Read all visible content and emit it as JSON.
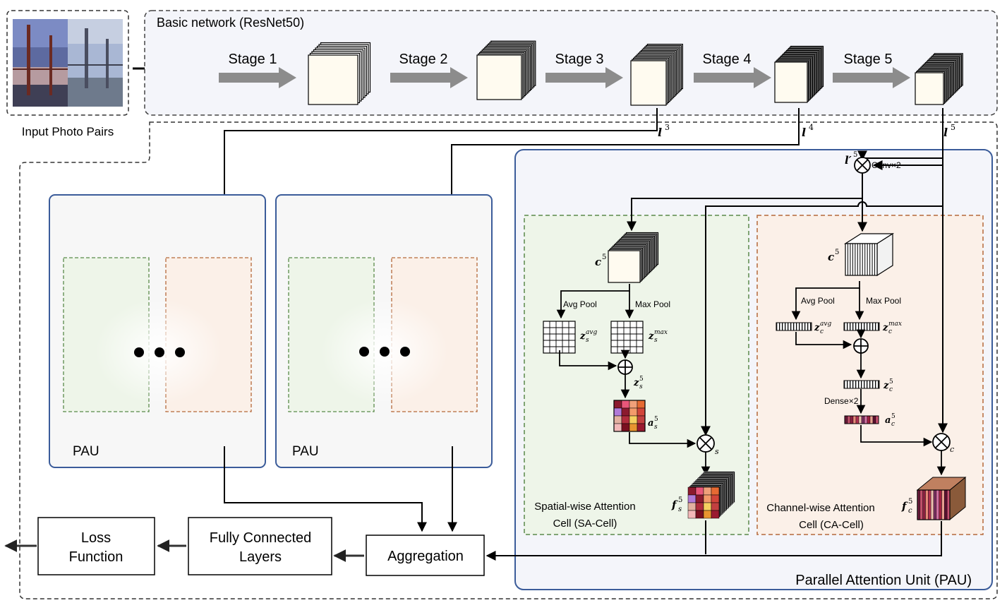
{
  "input": {
    "label": "Input Photo Pairs"
  },
  "basic_network": {
    "title": "Basic network (ResNet50)",
    "stages": [
      "Stage 1",
      "Stage 2",
      "Stage 3",
      "Stage 4",
      "Stage 5"
    ]
  },
  "features": {
    "l3": "l",
    "l3_sup": "3",
    "l4": "l",
    "l4_sup": "4",
    "l5": "l",
    "l5_sup": "5",
    "lprime": "l′",
    "lprime_sup": "5"
  },
  "pau_small": {
    "label1": "PAU",
    "label2": "PAU",
    "dots": "• • •"
  },
  "pau_detail": {
    "title": "Parallel Attention Unit (PAU)",
    "conv": "Conv×2",
    "sa_cell": {
      "label_line1": "Spatial-wise Attention",
      "label_line2": "Cell (SA-Cell)",
      "c": "c",
      "c_sup": "5",
      "avg_pool": "Avg Pool",
      "max_pool": "Max Pool",
      "z_avg": "z",
      "z_avg_sub": "s",
      "z_avg_sup": "avg",
      "z_max": "z",
      "z_max_sub": "s",
      "z_max_sup": "max",
      "z": "z",
      "z_sub": "s",
      "z_sup": "5",
      "a": "a",
      "a_sub": "s",
      "a_sup": "5",
      "f": "f",
      "f_sub": "s",
      "f_sup": "5",
      "mult_sub": "s"
    },
    "ca_cell": {
      "label_line1": "Channel-wise Attention",
      "label_line2": "Cell (CA-Cell)",
      "c": "c",
      "c_sup": "5",
      "avg_pool": "Avg Pool",
      "max_pool": "Max Pool",
      "z_avg": "z",
      "z_avg_sub": "c",
      "z_avg_sup": "avg",
      "z_max": "z",
      "z_max_sub": "c",
      "z_max_sup": "max",
      "z": "z",
      "z_sub": "c",
      "z_sup": "5",
      "dense": "Dense×2",
      "a": "a",
      "a_sub": "c",
      "a_sup": "5",
      "f": "f",
      "f_sub": "c",
      "f_sup": "5",
      "mult_sub": "c"
    }
  },
  "bottom": {
    "aggregation": "Aggregation",
    "fc_line1": "Fully Connected",
    "fc_line2": "Layers",
    "loss_line1": "Loss",
    "loss_line2": "Function"
  },
  "colors": {
    "pau_border": "#3b5c9a",
    "sa_border": "#5a8a4a",
    "ca_border": "#b5693a",
    "sa_fill": "#eef5e9",
    "ca_fill": "#fbf0e8",
    "cube_face": "#fffbf0",
    "arrow_gray": "#8c8c8c"
  },
  "heatmap": {
    "sa_grid": [
      "#8b1a2e",
      "#e8577a",
      "#f0a07a",
      "#e66a33",
      "#b07ad8",
      "#8b1a2e",
      "#f39a6a",
      "#d2453a",
      "#e3b1a1",
      "#b02c3c",
      "#f6d060",
      "#c24040",
      "#f2b8b8",
      "#7a1020",
      "#e89530",
      "#9a1a30"
    ],
    "ca_bar": [
      "#6b1a3a",
      "#c0506a",
      "#8b2040",
      "#e88a7a",
      "#b03050",
      "#f0c0b0",
      "#7a3060",
      "#d070a0",
      "#a02040",
      "#e8a090",
      "#5a1030",
      "#c85070"
    ]
  }
}
